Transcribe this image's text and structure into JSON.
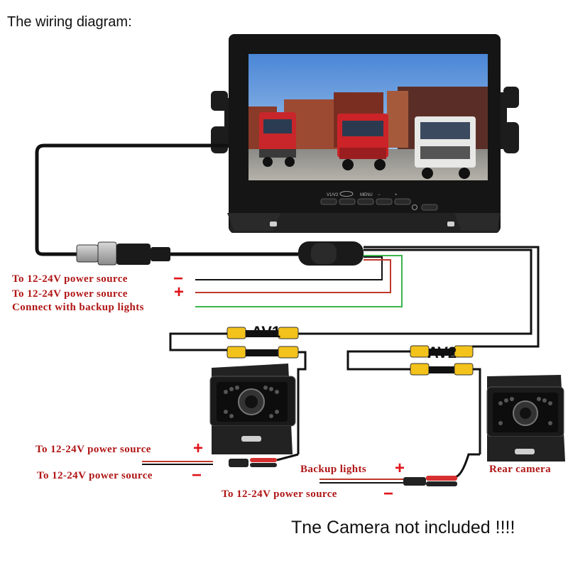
{
  "title": "The wiring diagram:",
  "labels": {
    "power_neg": "To 12-24V power source",
    "power_pos": "To 12-24V power source",
    "backup": "Connect with backup lights",
    "av1": "AV1",
    "av2": "AV2",
    "cam1_pos": "To 12-24V power source",
    "cam1_neg": "To 12-24V power source",
    "backup_lights": "Backup lights",
    "rear_camera": "Rear camera",
    "cam2_neg": "To 12-24V power source"
  },
  "signs": {
    "plus": "+",
    "minus": "−"
  },
  "monitor": {
    "buttons": [
      "V1/V2",
      "MENU",
      "−",
      "+"
    ]
  },
  "note": "Tne Camera not included !!!!",
  "colors": {
    "label_red": "#b01515",
    "sign_red": "#e0141a",
    "wire_red": "#c0392b",
    "wire_green": "#3bb54a",
    "rca_yellow": "#f3c21b"
  }
}
